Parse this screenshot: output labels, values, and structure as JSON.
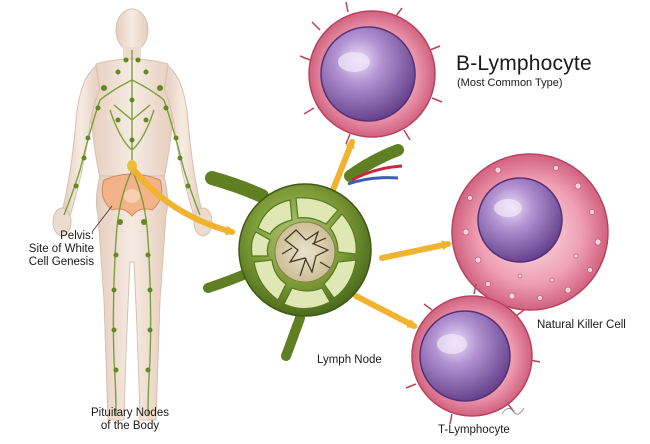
{
  "labels": {
    "b_title": "B-Lymphocyte",
    "b_sub": "(Most Common Type)",
    "pelvis_1": "Pelvis:",
    "pelvis_2": "Site of White",
    "pelvis_3": "Cell Genesis",
    "nk": "Natural Killer Cell",
    "lymph": "Lymph Node",
    "t": "T-Lymphocyte",
    "pit_1": "Pituitary Nodes",
    "pit_2": "of the Body"
  },
  "colors": {
    "arrow": "#f1b32e",
    "cell_outer": "#d9708c",
    "cell_inner": "#f7c7d2",
    "nucleus": "#8c5fa8",
    "nucleus_light": "#d9c8ec",
    "node_green": "#6b8a2a",
    "lymph_vessel": "#7aa238",
    "body": "#f2e2d6",
    "pelvis": "#f3b287"
  }
}
